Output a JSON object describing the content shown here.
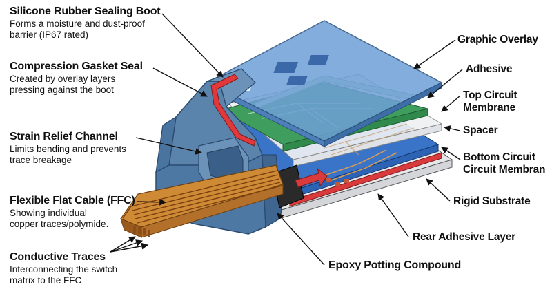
{
  "left_labels": [
    {
      "title": "Silicone Rubber Sealing Boot",
      "lines": [
        "Forms a moisture and dust-proof",
        "barrier (IP67 rated)"
      ]
    },
    {
      "title": "Compression Gasket Seal",
      "lines": [
        "Created by overlay layers",
        "pressing against the boot"
      ]
    },
    {
      "title": "Strain Relief Channel",
      "lines": [
        "Limits bending and prevents",
        "trace breakage"
      ]
    },
    {
      "title": "Flexible Flat Cable (FFC)",
      "lines": [
        "Showing individual",
        "copper traces/polymide."
      ]
    },
    {
      "title": "Conductive Traces",
      "lines": [
        "Interconnecting the switch",
        "matrix to the FFC"
      ]
    }
  ],
  "right_labels": [
    {
      "lines": [
        "Graphic Overlay"
      ]
    },
    {
      "lines": [
        "Adhesive"
      ]
    },
    {
      "lines": [
        "Top Circuit",
        "Membrane"
      ]
    },
    {
      "lines": [
        "Spacer"
      ]
    },
    {
      "lines": [
        "Bottom Circuit",
        "Circuit Membran"
      ]
    },
    {
      "lines": [
        "Rigid Substrate"
      ]
    },
    {
      "lines": [
        "Rear Adhesive Layer"
      ]
    }
  ],
  "bottom_label": {
    "title": "Epoxy Potting Compound"
  },
  "colors": {
    "boot": "#5b84ad",
    "boot_dark": "#3f6690",
    "gasket": "#e0383b",
    "overlay": "#4f88c8",
    "overlay_light": "#8fb8e2",
    "adhesive": "#bfe0cf",
    "top_membrane": "#3f9e5e",
    "spacer": "#e8eaee",
    "bottom_membrane": "#2c63b5",
    "red_layer": "#d93a3c",
    "substrate": "#d4d6da",
    "ffc": "#cf8a36",
    "ffc_dark": "#9a5a1e",
    "potting": "#2a2a2a"
  }
}
